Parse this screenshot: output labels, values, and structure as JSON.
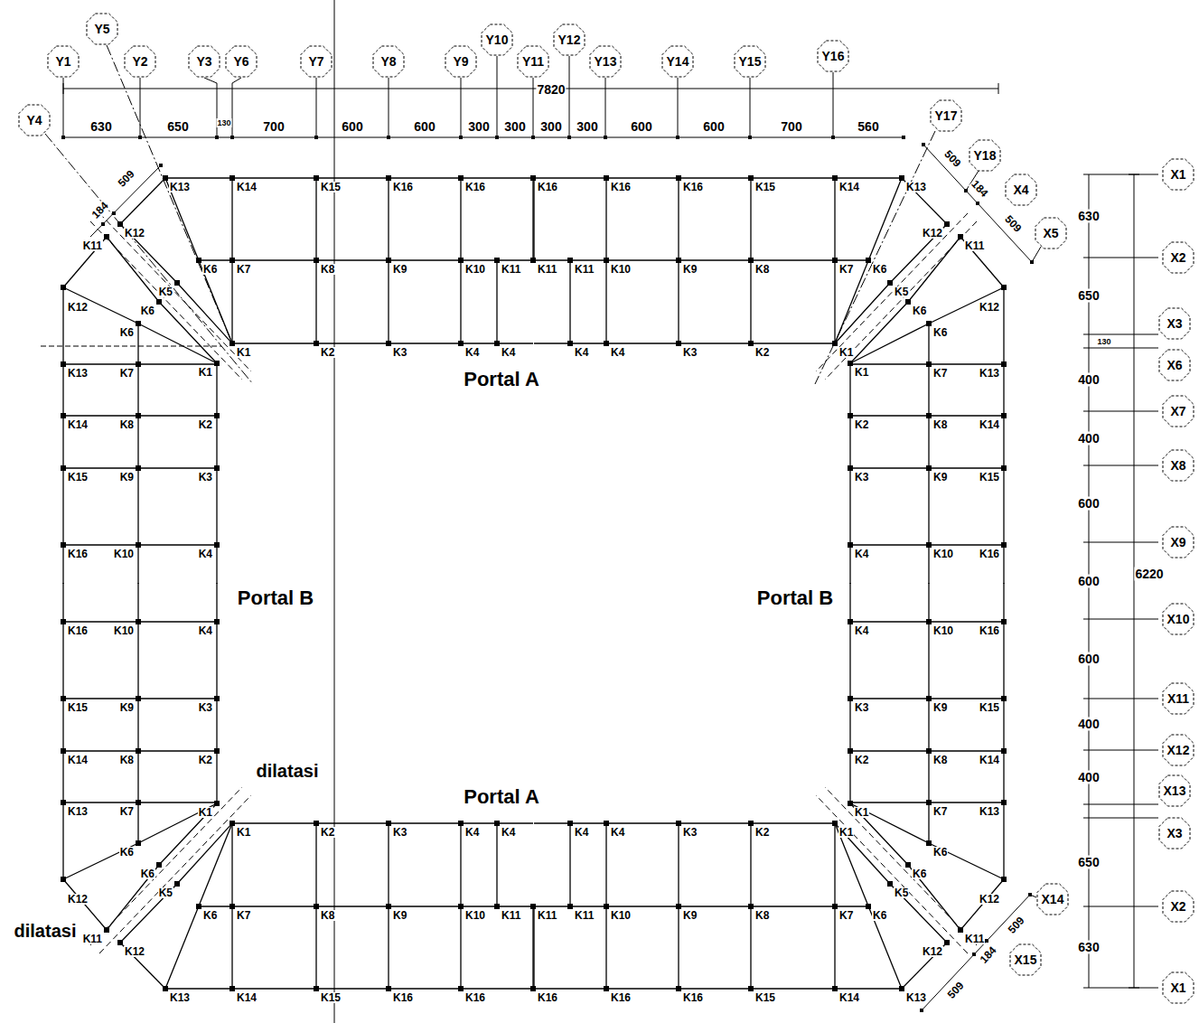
{
  "diagram": {
    "nodes": [
      {
        "text": [
          "Y5"
        ]
      },
      {
        "text": [
          "Y1"
        ]
      },
      {
        "text": [
          "Y2"
        ]
      },
      {
        "text": [
          "Y3"
        ]
      },
      {
        "text": [
          "Y6"
        ]
      },
      {
        "text": [
          "Y7"
        ]
      },
      {
        "text": [
          "Y8"
        ]
      },
      {
        "text": [
          "Y9"
        ]
      },
      {
        "text": [
          "Y10"
        ]
      },
      {
        "text": [
          "Y11"
        ]
      },
      {
        "text": [
          "Y12"
        ]
      },
      {
        "text": [
          "Y13"
        ]
      },
      {
        "text": [
          "Y14"
        ]
      },
      {
        "text": [
          "Y15"
        ]
      },
      {
        "text": [
          "Y16"
        ]
      },
      {
        "text": [
          "Y4"
        ]
      },
      {
        "text": [
          "Y17"
        ]
      },
      {
        "text": [
          "Y18"
        ]
      },
      {
        "text": [
          "X4"
        ]
      },
      {
        "text": [
          "X1"
        ]
      },
      {
        "text": [
          "X5"
        ]
      },
      {
        "text": [
          "X2"
        ]
      },
      {
        "text": [
          "X3"
        ]
      },
      {
        "text": [
          "X6"
        ]
      },
      {
        "text": [
          "X7"
        ]
      },
      {
        "text": [
          "X8"
        ]
      },
      {
        "text": [
          "X9"
        ]
      },
      {
        "text": [
          "X10"
        ]
      },
      {
        "text": [
          "X11"
        ]
      },
      {
        "text": [
          "X12"
        ]
      },
      {
        "text": [
          "X13"
        ]
      },
      {
        "text": [
          "X3"
        ]
      },
      {
        "text": [
          "X2"
        ]
      },
      {
        "text": [
          "X14"
        ]
      },
      {
        "text": [
          "X15"
        ]
      },
      {
        "text": [
          "X1"
        ]
      }
    ],
    "labels": [
      "K13",
      "K14",
      "K15",
      "K16",
      "K16",
      "K6",
      "K7",
      "K8",
      "K9",
      "K10",
      "K11",
      "K1",
      "K2",
      "K3",
      "K4",
      "K4",
      "K12",
      "K11",
      "K12",
      "K5",
      "K6",
      "K6",
      "K1",
      "K2",
      "K3",
      "K4",
      "K7",
      "K8",
      "K9",
      "K10",
      "K13",
      "K14",
      "K15",
      "K16",
      "K13",
      "K14",
      "K15",
      "K16",
      "K16",
      "K6",
      "K7",
      "K8",
      "K9",
      "K10",
      "K11",
      "K1",
      "K2",
      "K3",
      "K4",
      "K4",
      "K12",
      "K11",
      "K12",
      "K5",
      "K6",
      "K6",
      "K1",
      "K2",
      "K3",
      "K4",
      "K7",
      "K8",
      "K9",
      "K10",
      "K13",
      "K14",
      "K15",
      "K16",
      "K13",
      "K14",
      "K15",
      "K16",
      "K16",
      "K6",
      "K7",
      "K8",
      "K9",
      "K10",
      "K11",
      "K1",
      "K2",
      "K3",
      "K4",
      "K4",
      "K12",
      "K11",
      "K12",
      "K5",
      "K6",
      "K6",
      "K1",
      "K2",
      "K3",
      "K4",
      "K7",
      "K8",
      "K9",
      "K10",
      "K13",
      "K14",
      "K15",
      "K16",
      "K13",
      "K14",
      "K15",
      "K16",
      "K16",
      "K6",
      "K7",
      "K8",
      "K9",
      "K10",
      "K11",
      "K1",
      "K2",
      "K3",
      "K4",
      "K4",
      "K12",
      "K11",
      "K12",
      "K5",
      "K6",
      "K6",
      "K1",
      "K2",
      "K3",
      "K4",
      "K7",
      "K8",
      "K9",
      "K10",
      "K13",
      "K14",
      "K15",
      "K16",
      "K16",
      "K11",
      "K16",
      "K11",
      "7820",
      "630",
      "650",
      "130",
      "700",
      "600",
      "600",
      "300",
      "300",
      "300",
      "300",
      "600",
      "600",
      "700",
      "560",
      "630",
      "650",
      "130",
      "400",
      "400",
      "600",
      "600",
      "600",
      "400",
      "400",
      "650",
      "630",
      "6220",
      "509",
      "184",
      "509",
      "184",
      "509",
      "509",
      "184",
      "509",
      "Portal A",
      "Portal B",
      "Portal B",
      "dilatasi",
      "Portal A",
      "dilatasi"
    ]
  }
}
